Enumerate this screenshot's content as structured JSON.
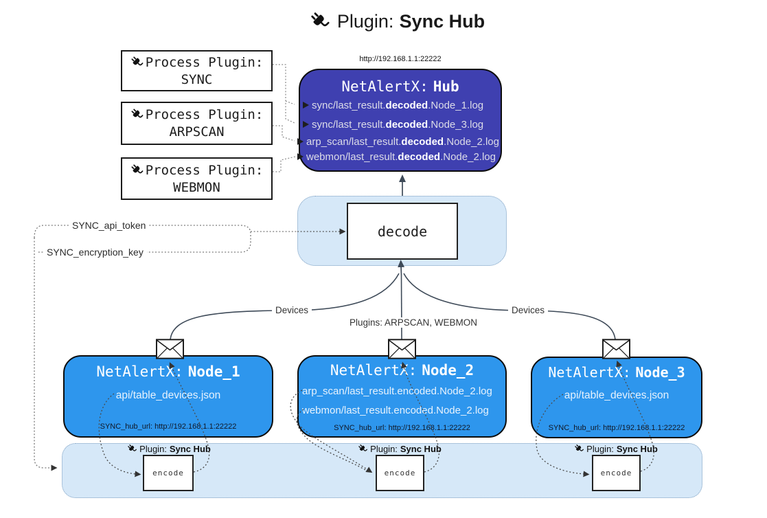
{
  "title": {
    "prefix": "Plugin:",
    "name": "Sync Hub"
  },
  "process_plugins": [
    {
      "label": "Process Plugin:",
      "name": "SYNC"
    },
    {
      "label": "Process Plugin:",
      "name": "ARPSCAN"
    },
    {
      "label": "Process Plugin:",
      "name": "WEBMON"
    }
  ],
  "hub": {
    "url": "http://192.168.1.1:22222",
    "name_prefix": "NetAlertX:",
    "name": "Hub",
    "logs": [
      {
        "pre": "sync/last_result.",
        "mid": "decoded",
        "post": ".Node_1.log"
      },
      {
        "pre": "sync/last_result.",
        "mid": "decoded",
        "post": ".Node_3.log"
      },
      {
        "pre": "arp_scan/last_result.",
        "mid": "decoded",
        "post": ".Node_2.log"
      },
      {
        "pre": "webmon/last_result.",
        "mid": "decoded",
        "post": ".Node_2.log"
      }
    ]
  },
  "settings": {
    "api_token": "SYNC_api_token",
    "encryption_key": "SYNC_encryption_key"
  },
  "decode": {
    "label": "decode"
  },
  "edge_labels": {
    "devices_left": "Devices",
    "devices_right": "Devices",
    "plugins": "Plugins: ARPSCAN, WEBMON"
  },
  "nodes": [
    {
      "name_prefix": "NetAlertX:",
      "name": "Node_1",
      "files": [
        "api/table_devices.json"
      ],
      "hub_url": "SYNC_hub_url: http://192.168.1.1:22222"
    },
    {
      "name_prefix": "NetAlertX:",
      "name": "Node_2",
      "files": [
        "arp_scan/last_result.encoded.Node_2.log",
        "webmon/last_result.encoded.Node_2.log"
      ],
      "hub_url": "SYNC_hub_url: http://192.168.1.1:22222"
    },
    {
      "name_prefix": "NetAlertX:",
      "name": "Node_3",
      "files": [
        "api/table_devices.json"
      ],
      "hub_url": "SYNC_hub_url: http://192.168.1.1:22222"
    }
  ],
  "encode_band": {
    "sections": [
      {
        "plugin_prefix": "Plugin:",
        "plugin_name": "Sync Hub",
        "encode_label": "encode"
      },
      {
        "plugin_prefix": "Plugin:",
        "plugin_name": "Sync Hub",
        "encode_label": "encode"
      },
      {
        "plugin_prefix": "Plugin:",
        "plugin_name": "Sync Hub",
        "encode_label": "encode"
      }
    ]
  },
  "colors": {
    "hub_bg": "#3f40b0",
    "node_bg": "#2e96ed",
    "band_bg": "#d6e8f8",
    "band_border": "#7c9dbe"
  }
}
